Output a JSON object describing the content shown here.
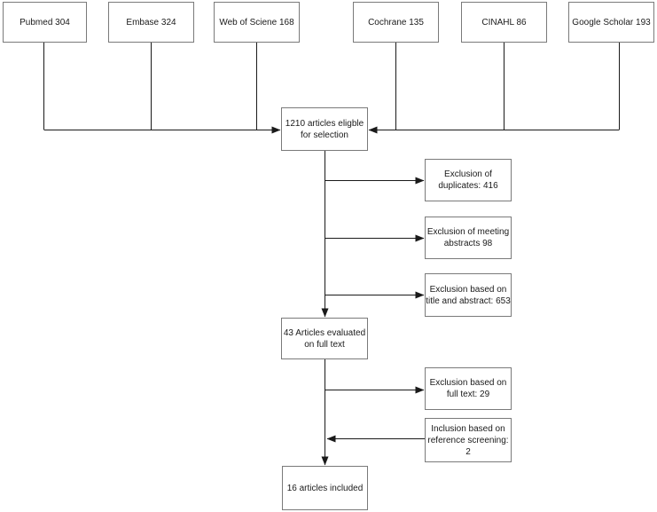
{
  "diagram": {
    "type": "flowchart",
    "description": "Systematic review article selection flow diagram",
    "sources": [
      {
        "label": "Pubmed 304"
      },
      {
        "label": "Embase 324"
      },
      {
        "label": "Web of Sciene 168"
      },
      {
        "label": "Cochrane 135"
      },
      {
        "label": "CINAHL 86"
      },
      {
        "label": "Google Scholar 193"
      }
    ],
    "nodes": {
      "eligible": {
        "label": "1210 articles eligble\nfor selection"
      },
      "exclusion_duplicates": {
        "label": "Exclusion of\nduplicates: 416"
      },
      "exclusion_meeting_abstracts": {
        "label": "Exclusion of meeting\nabstracts 98"
      },
      "exclusion_title_abstract": {
        "label": "Exclusion based on\ntitle and abstract: 653"
      },
      "evaluated_full_text": {
        "label": "43 Articles evaluated\non full text"
      },
      "exclusion_full_text": {
        "label": "Exclusion based on\nfull text: 29"
      },
      "inclusion_reference_screening": {
        "label": "Inclusion based on\nreference screening:\n2"
      },
      "included": {
        "label": "16 articles included"
      }
    },
    "colors": {
      "background": "#ffffff",
      "box_border": "#7a7a7a",
      "connector": "#1a1a1a",
      "text": "#1a1a1a"
    }
  }
}
